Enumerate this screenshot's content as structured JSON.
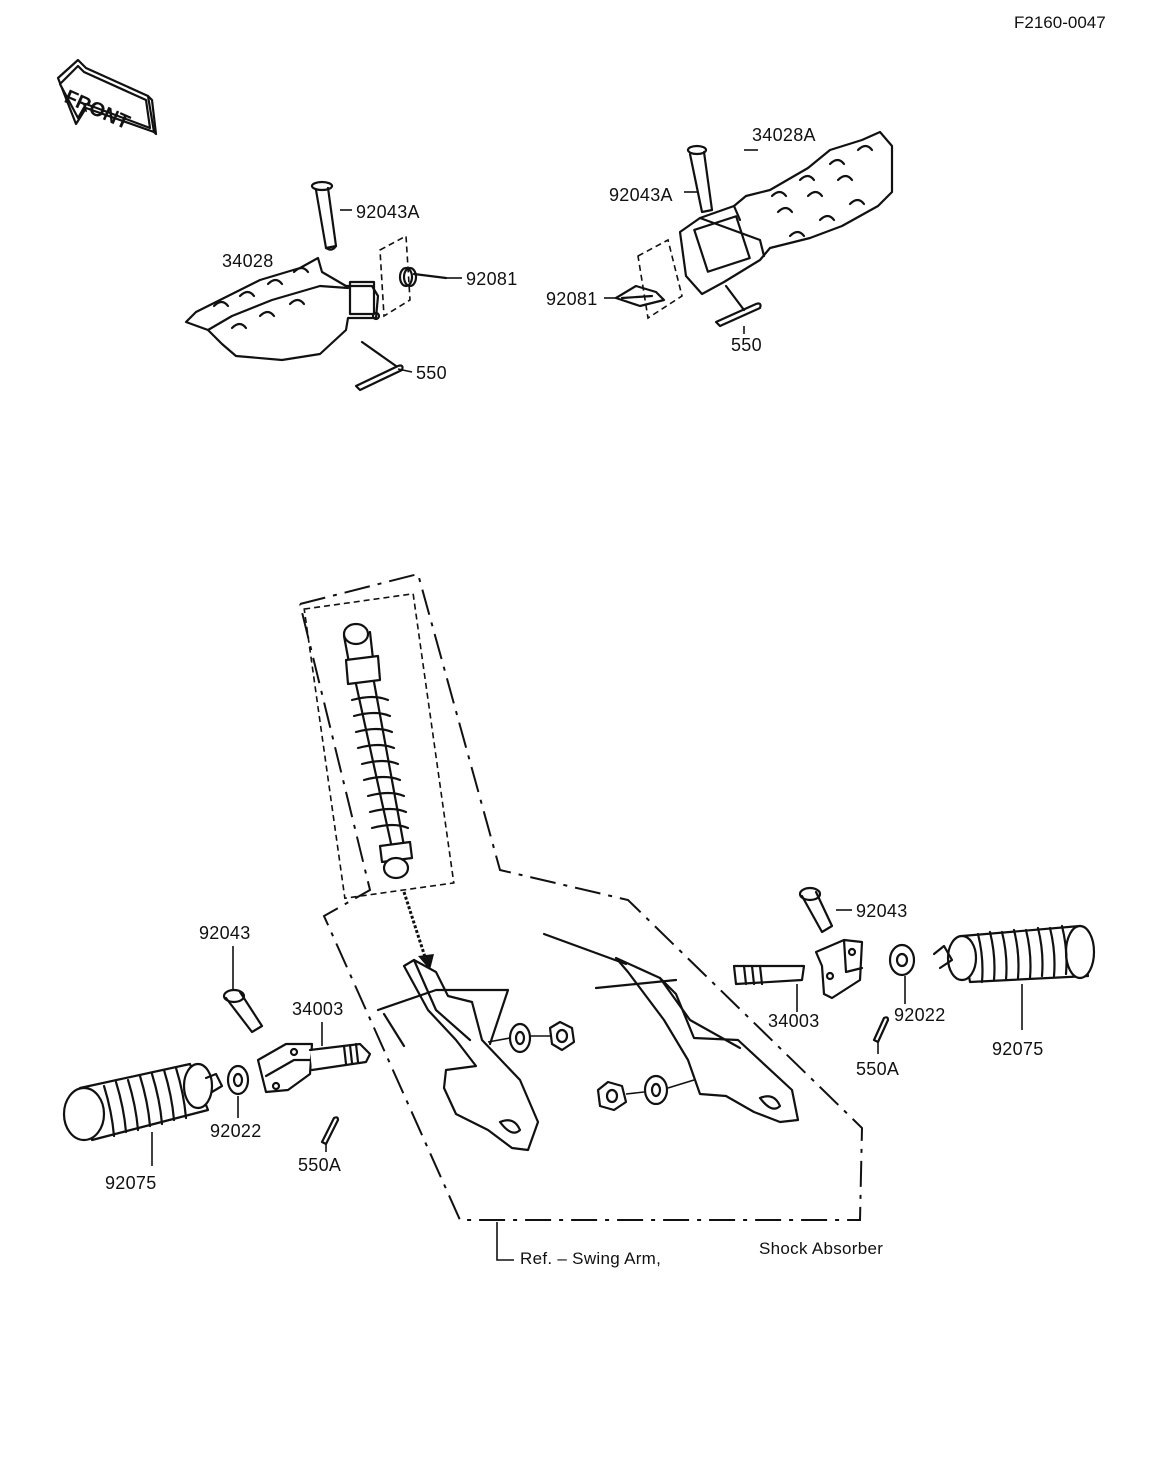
{
  "figure_code": "F2160-0047",
  "front_arrow_label": "FRONT",
  "callouts": {
    "left_pin": "92043A",
    "left_footpeg": "34028",
    "left_spring": "92081",
    "left_cotter": "550",
    "right_footpeg": "34028A",
    "right_pin": "92043A",
    "right_spring": "92081",
    "right_cotter": "550",
    "left_pin_lower": "92043",
    "left_bracket": "34003",
    "left_washer": "92022",
    "left_rubber": "92075",
    "left_cotter_lower": "550A",
    "right_pin_lower": "92043",
    "right_bracket": "34003",
    "right_washer": "92022",
    "right_rubber": "92075",
    "right_cotter_lower": "550A"
  },
  "reference_note": {
    "ref_label": "Ref. – Swing Arm,",
    "shock_label": "Shock Absorber"
  }
}
